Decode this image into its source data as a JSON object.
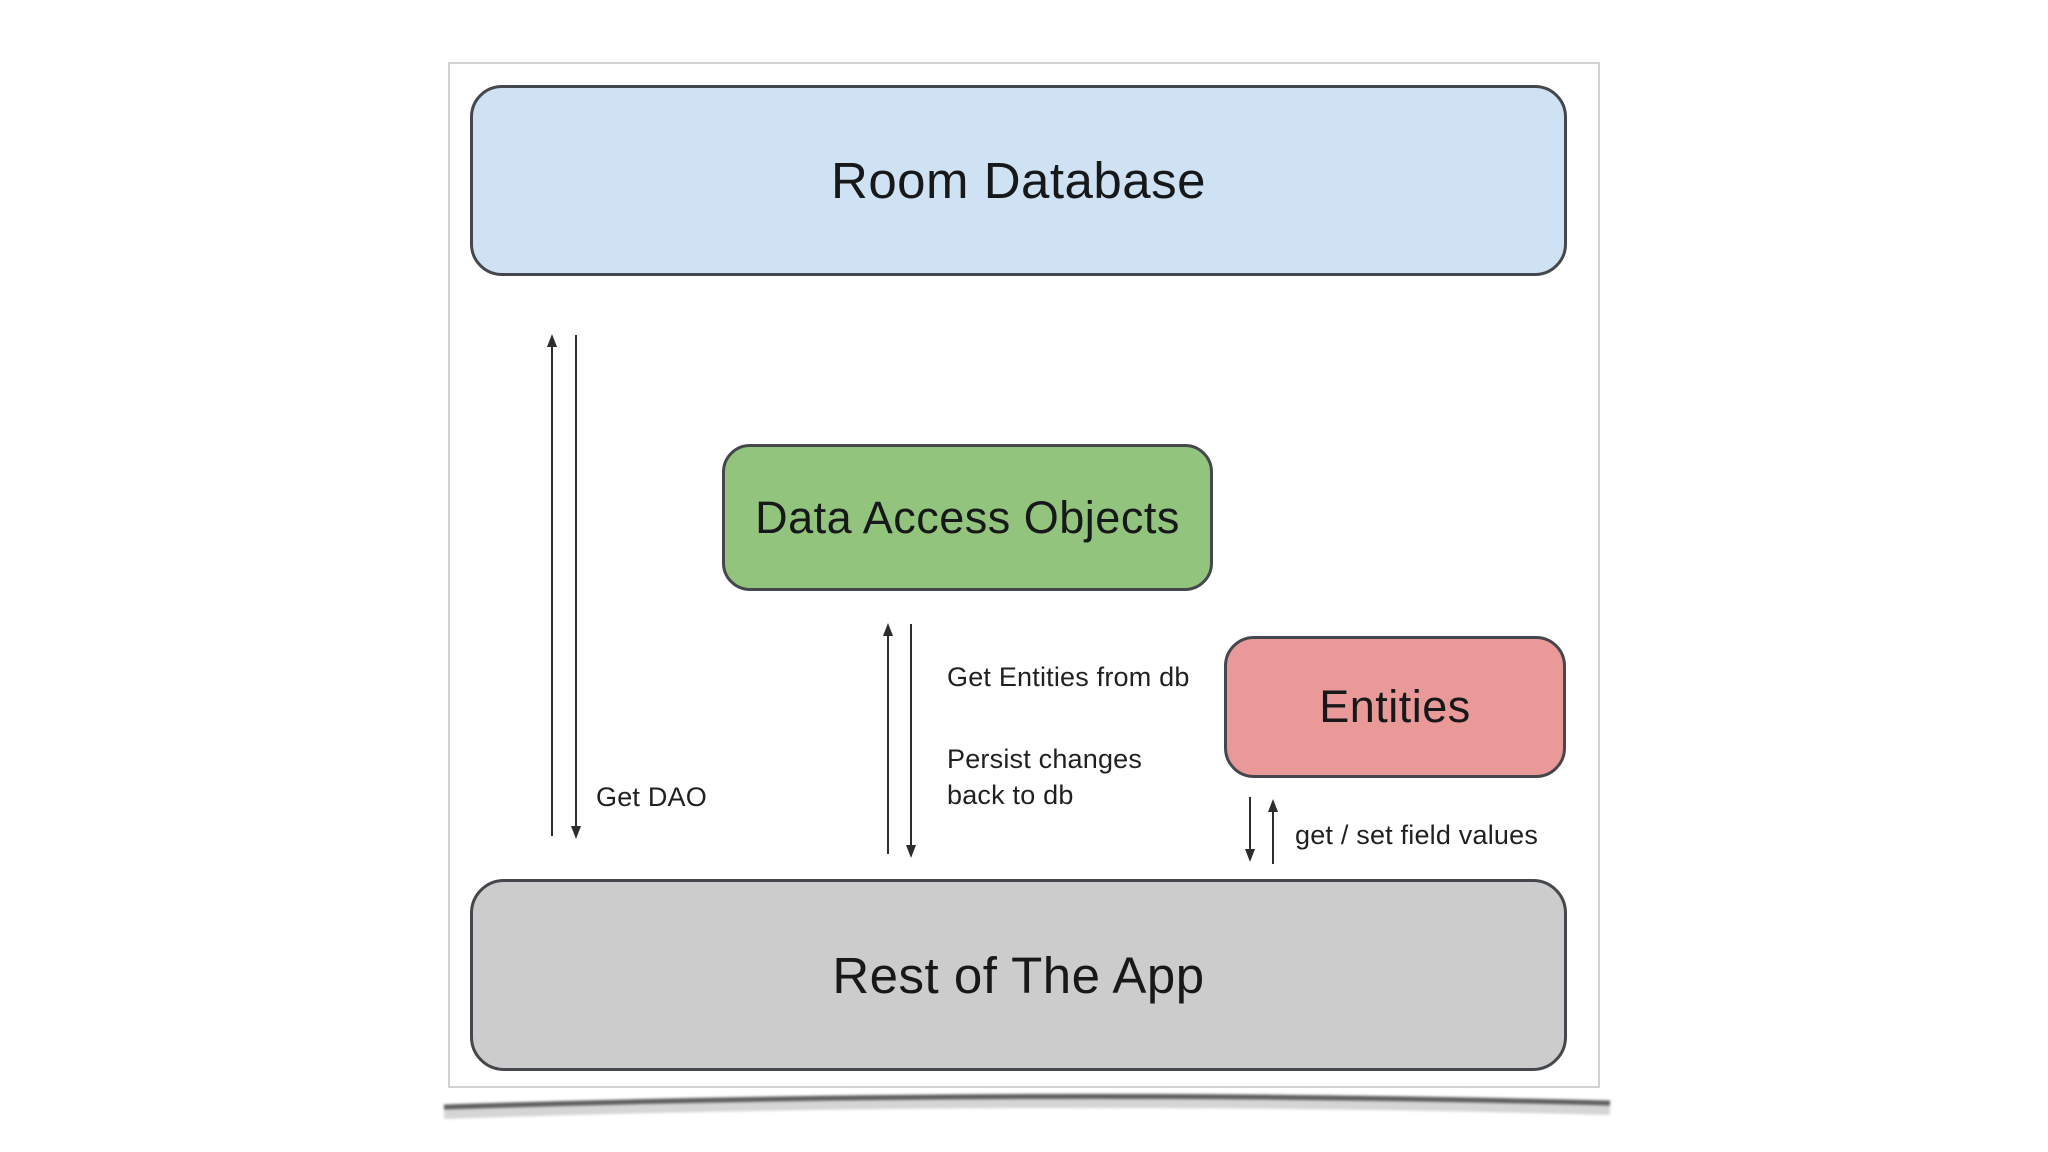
{
  "diagram": {
    "boxes": {
      "room_database": {
        "label": "Room Database",
        "fill": "#cfe2f3"
      },
      "dao": {
        "label": "Data Access Objects",
        "fill": "#93c47d"
      },
      "entities": {
        "label": "Entities",
        "fill": "#ea9999"
      },
      "rest_of_app": {
        "label": "Rest of The App",
        "fill": "#cccccc"
      }
    },
    "edges": {
      "app_to_db": {
        "label": "Get DAO",
        "direction": "bidirectional"
      },
      "app_to_dao": {
        "label": "Get Entities from db",
        "label2": "Persist changes\nback to db",
        "direction": "bidirectional"
      },
      "app_to_entities": {
        "label": "get / set field values",
        "direction": "bidirectional"
      }
    },
    "colors": {
      "page_background": "#ffffff",
      "card_background": "#ffffff",
      "card_border": "#d2d2d2",
      "box_border": "#44474c",
      "arrow": "#2d2d2d",
      "text": "#17181a",
      "shadow": "#4a4a4a"
    }
  }
}
